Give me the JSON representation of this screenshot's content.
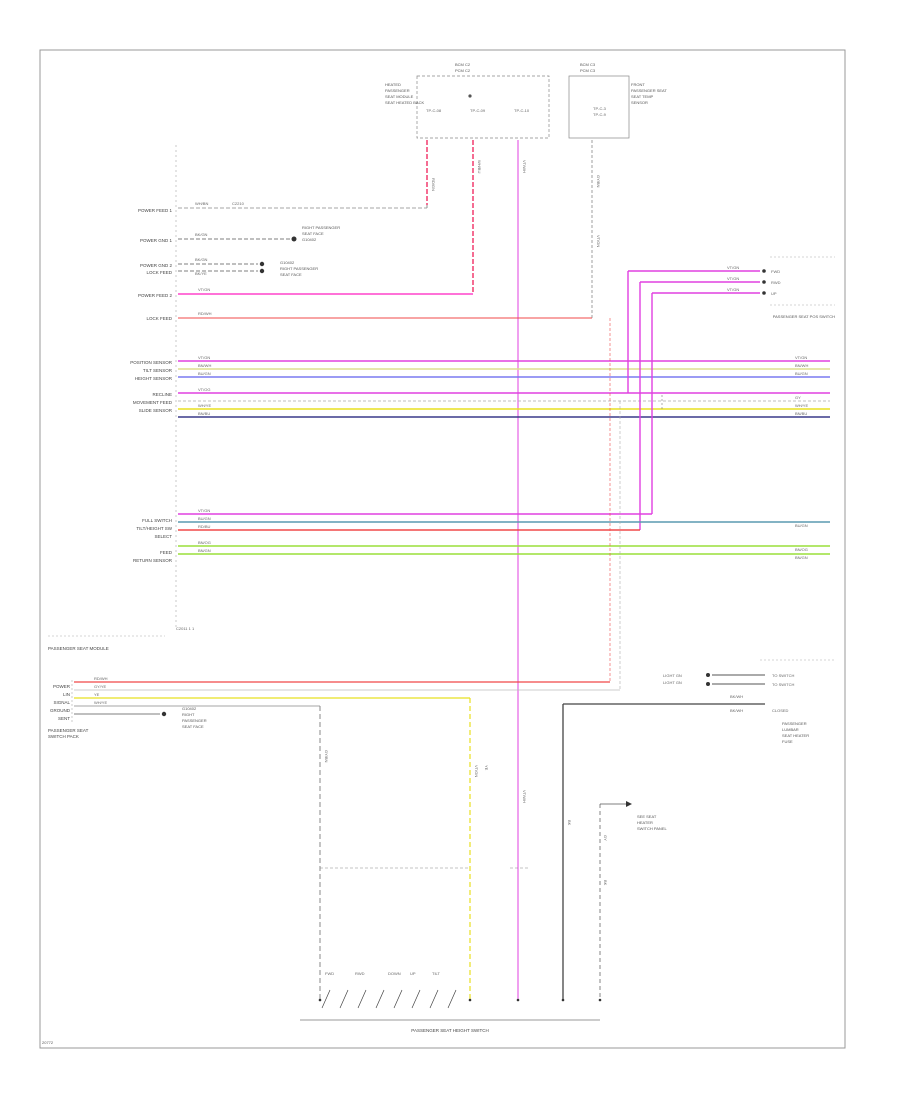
{
  "page": {
    "footer_code": "20772",
    "main_module_pin_label": "C2011 1 1"
  },
  "top_connectors": {
    "left": {
      "id": "BCM C2",
      "sub_id": "PCM C2",
      "desc": [
        "HEATED",
        "PASSENGER",
        "SEAT MODULE",
        "SEAT HEATED BACK"
      ],
      "pins": [
        "TP-C-08",
        "TP-C-09",
        "TP-C-10"
      ],
      "wire_labels": [
        "RD/GN",
        "WH/BU",
        "VT/WH"
      ]
    },
    "right": {
      "id": "BCM C3",
      "sub_id": "PCM C3",
      "desc": [
        "FRONT",
        "PASSENGER SEAT",
        "SEAT TEMP",
        "SENSOR"
      ],
      "pins": [
        "TP-C-3",
        "TP-C-9"
      ],
      "wire_labels": [
        "GY/BN",
        "VT/GN"
      ]
    }
  },
  "left_labels": [
    "POWER FEED 1",
    "POWER GND 1",
    "POWER GND 2",
    "LOCK FEED",
    "POWER FEED 2",
    "LOCK FEED",
    "POSITION SENSOR",
    "TILT SENSOR",
    "HEIGHT SENSOR",
    "RECLINE",
    "MOVEMENT FEED",
    "SLIDE SENSOR",
    "FULL SWITCH",
    "TILT/HEIGHT SW",
    "SELECT",
    "FEED",
    "RETURN SENSOR"
  ],
  "wire_labels": {
    "power_feed_1": "WH/BN",
    "power_feed_1_ref": "C2210",
    "power_gnd_1": "BK/GN",
    "power_gnd_2": "BK/GN",
    "power_gnd_3": "BK/YE",
    "power_feed_2": "VT/GN",
    "lock_feed": "RD/WH",
    "sensor_wires": [
      "VT/GN",
      "BN/WH",
      "BU/GN",
      "VT/OG",
      "WH/YE",
      "BN/BU"
    ],
    "lower_wires": [
      "VT/GN",
      "BU/GN",
      "RD/BU",
      "BN/OG",
      "BN/GN"
    ]
  },
  "ground_labels": {
    "g1": [
      "RIGHT PASSENGER",
      "SEAT FACE",
      "G10402"
    ],
    "g2": [
      "G10402",
      "RIGHT PASSENGER",
      "SEAT FACE"
    ]
  },
  "right_block": {
    "title": "PASSENGER SEAT POS SWITCH",
    "items": [
      "VT/GN",
      "VT/GN",
      "VT/GN"
    ],
    "pin_names": [
      "FWD",
      "RWD",
      "UP"
    ],
    "right_wire_labels": [
      "VT/GN",
      "BN/WH",
      "BU/GN",
      "GY",
      "WH/YE",
      "BN/BU",
      "BU/GN",
      "BN/OG",
      "BN/GN"
    ]
  },
  "lower_left_block": {
    "header": "PASSENGER SEAT MODULE",
    "labels": [
      "POWER",
      "LIN",
      "SIGNAL",
      "GROUND",
      "SENT"
    ],
    "wire_labels": [
      "RD/WH",
      "GY/YE",
      "YE",
      "WH/YE"
    ],
    "title": [
      "PASSENGER SEAT",
      "SWITCH PACK"
    ],
    "g_label": [
      "G10402",
      "RIGHT",
      "PASSENGER",
      "SEAT FACE"
    ]
  },
  "lower_right_block": {
    "labels": [
      "LIGHT GN",
      "LIGHT GN",
      "BK/WH",
      "BK/WH"
    ],
    "right_labels": [
      "TO SWITCH",
      "TO SWITCH",
      "CLOSED"
    ],
    "title": [
      "PASSENGER",
      "LUMBAR",
      "SEAT HEATER",
      "FUSE"
    ],
    "seat_ref": [
      "SEE SEAT",
      "HEATER",
      "SWITCH PANEL"
    ]
  },
  "switch": {
    "title": "PASSENGER SEAT HEIGHT SWITCH",
    "labels": [
      "FWD",
      "RWD",
      "DOWN",
      "UP",
      "TILT"
    ],
    "wire_labels": [
      "GY/BN",
      "VT/GN",
      "YE",
      "VT/WH",
      "BK",
      "GY",
      "BK"
    ]
  },
  "colors": {
    "pink": "#e040e0",
    "magenta": "#ff44cc",
    "red": "#f04848",
    "rose": "#f23b6e",
    "yellow": "#e8e020",
    "khaki": "#dede90",
    "blue": "#7a7af0",
    "navy": "#3a3a8a",
    "teal": "#5a9ab0",
    "green": "#9adf3a",
    "gray": "#aaaaaa",
    "dark": "#555555"
  }
}
